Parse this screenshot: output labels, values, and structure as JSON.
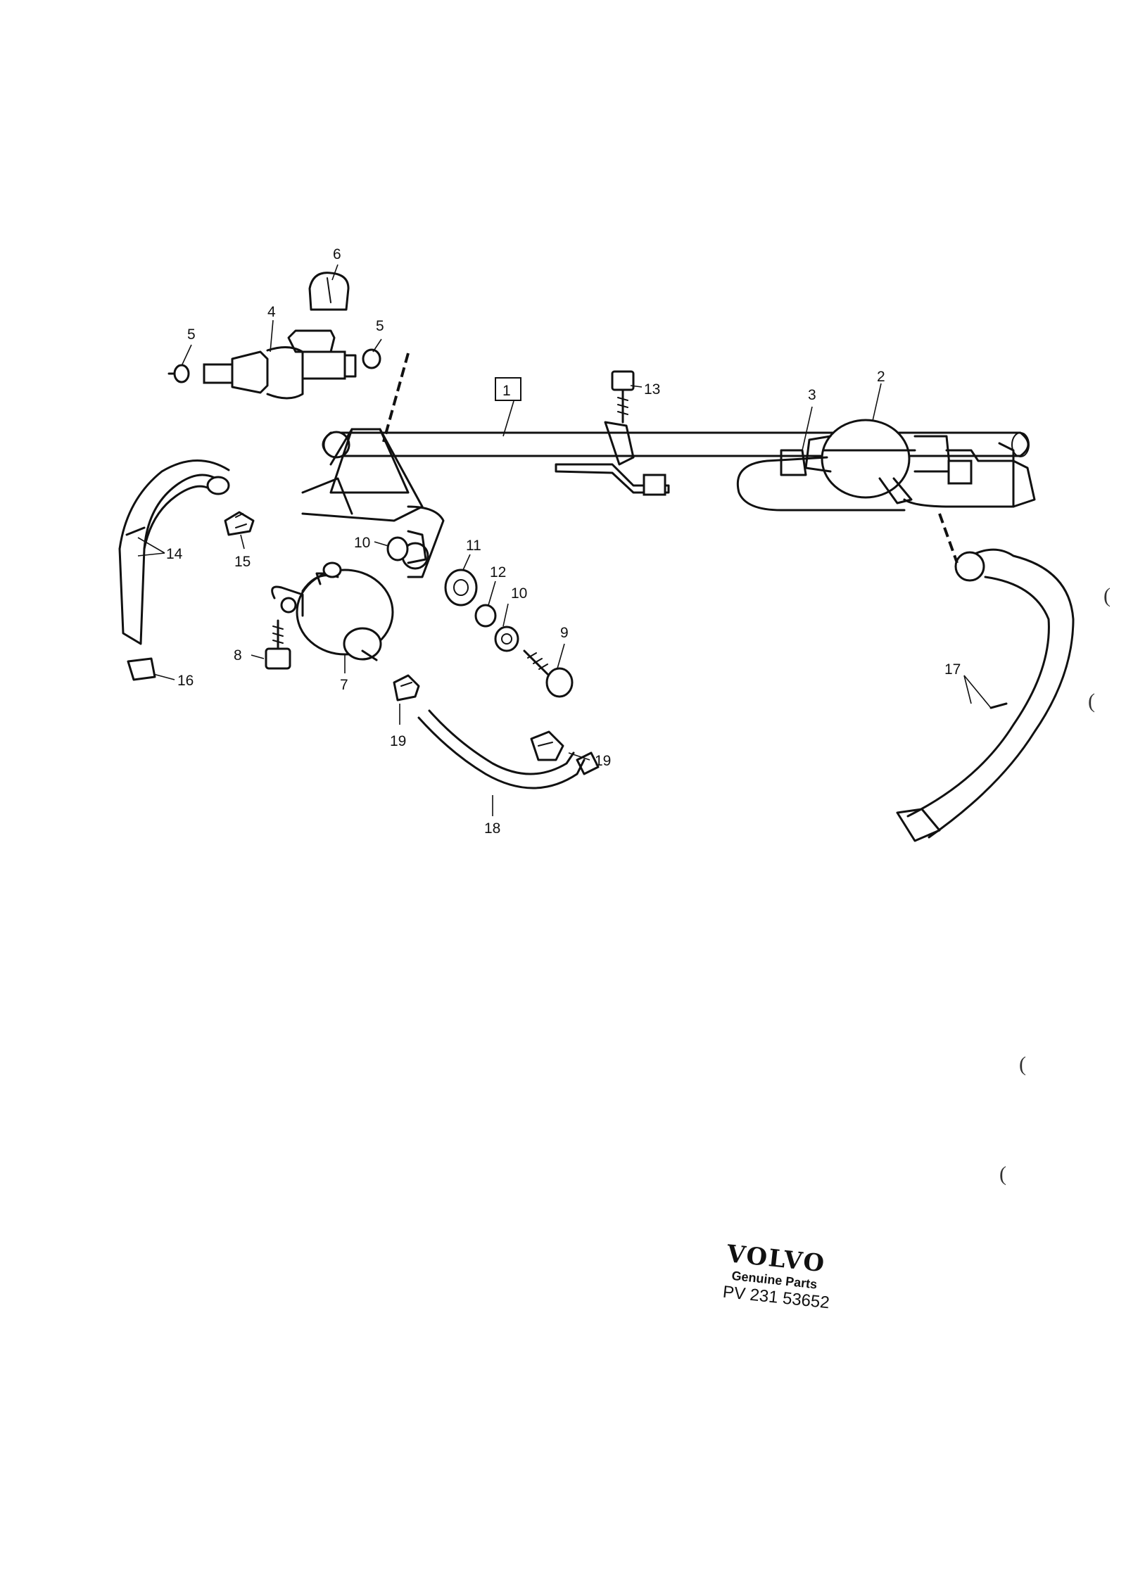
{
  "diagram": {
    "callouts": {
      "c1": "1",
      "c2": "2",
      "c3": "3",
      "c4": "4",
      "c5a": "5",
      "c5b": "5",
      "c6": "6",
      "c7": "7",
      "c8": "8",
      "c9": "9",
      "c10a": "10",
      "c10b": "10",
      "c11": "11",
      "c12": "12",
      "c13": "13",
      "c14": "14",
      "c15": "15",
      "c16": "16",
      "c17": "17",
      "c18": "18",
      "c19a": "19",
      "c19b": "19"
    },
    "margin_marks": [
      "(",
      "(",
      "(",
      "("
    ]
  },
  "brand": {
    "logo": "VOLVO",
    "subtitle": "Genuine Parts",
    "code": "PV 231 53652"
  }
}
